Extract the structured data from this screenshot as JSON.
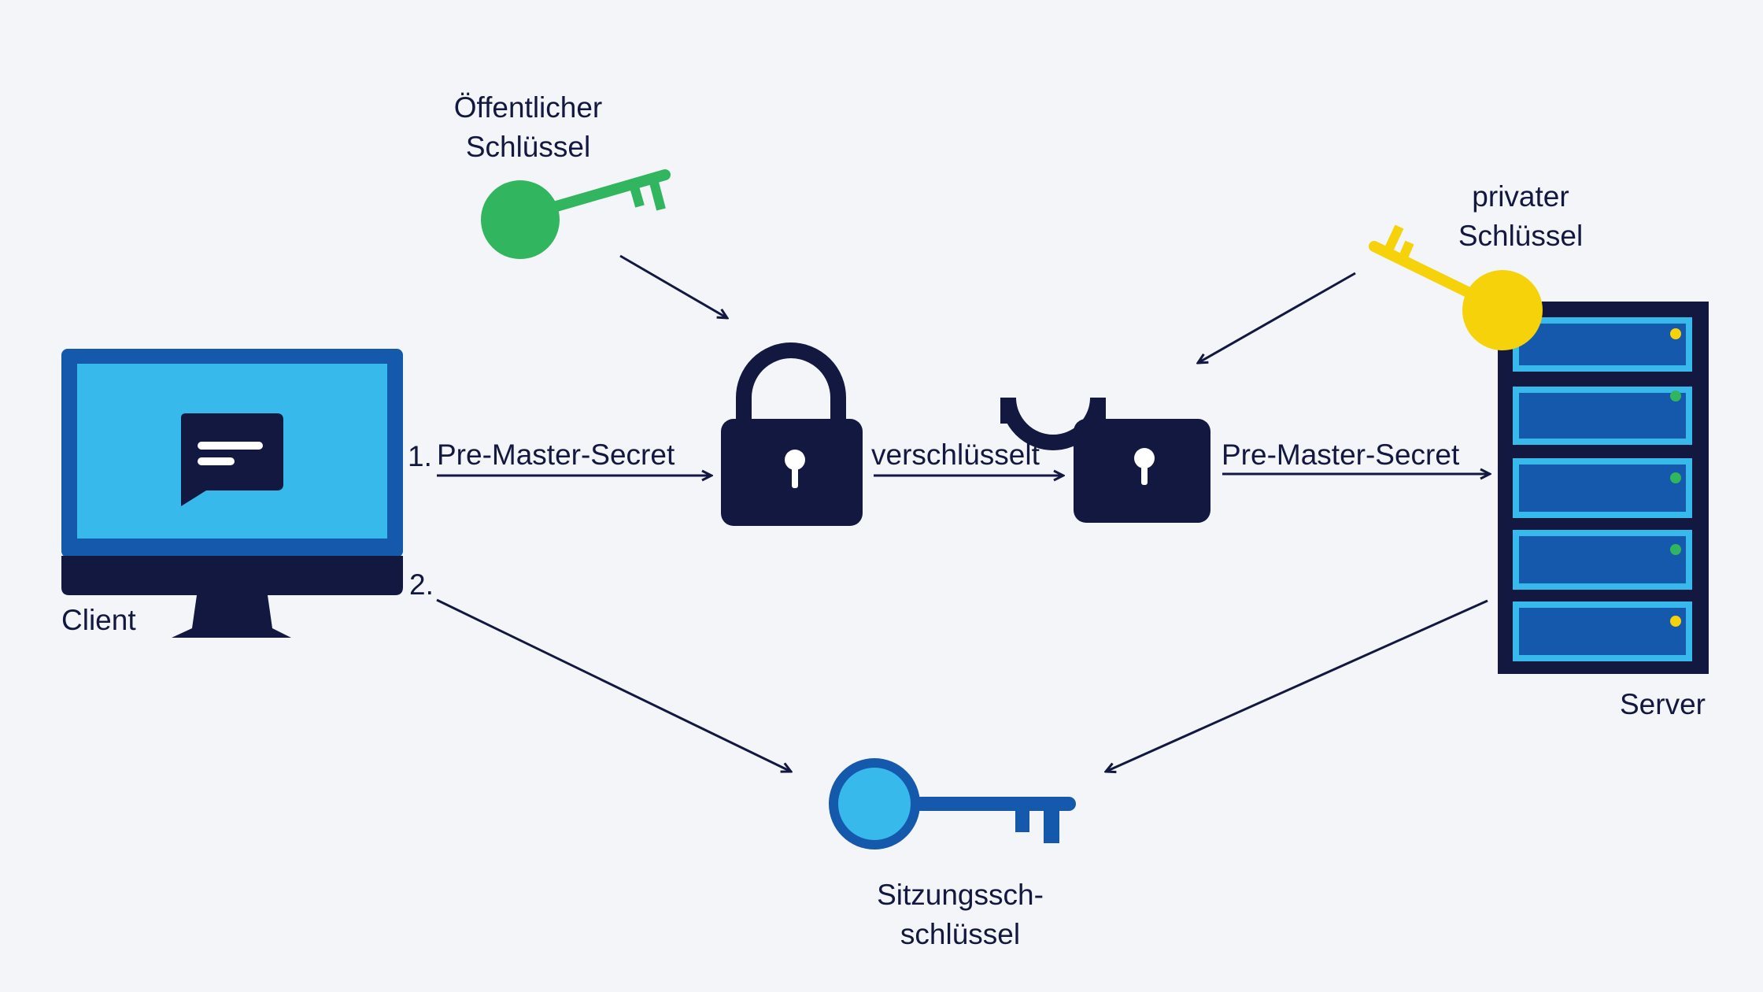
{
  "labels": {
    "public_key_line1": "Öffentlicher",
    "public_key_line2": "Schlüssel",
    "private_key_line1": "privater",
    "private_key_line2": "Schlüssel",
    "client": "Client",
    "server": "Server",
    "step1": "1.",
    "step2": "2.",
    "pre_master_left": "Pre-Master-Secret",
    "encrypted": "verschlüsselt",
    "pre_master_right": "Pre-Master-Secret",
    "session_key_line1": "Sitzungssch-",
    "session_key_line2": "schlüssel"
  },
  "icons": {
    "client": "monitor-chat-icon",
    "server": "server-rack-icon",
    "locked": "padlock-closed-icon",
    "unlocked": "padlock-open-icon",
    "public_key": "key-icon",
    "private_key": "key-icon",
    "session_key": "key-icon"
  },
  "colors": {
    "background": "#f4f5f8",
    "navy": "#12183f",
    "light_blue": "#38b9ec",
    "medium_blue": "#1459ab",
    "green": "#31b55e",
    "yellow": "#f5d20a"
  }
}
